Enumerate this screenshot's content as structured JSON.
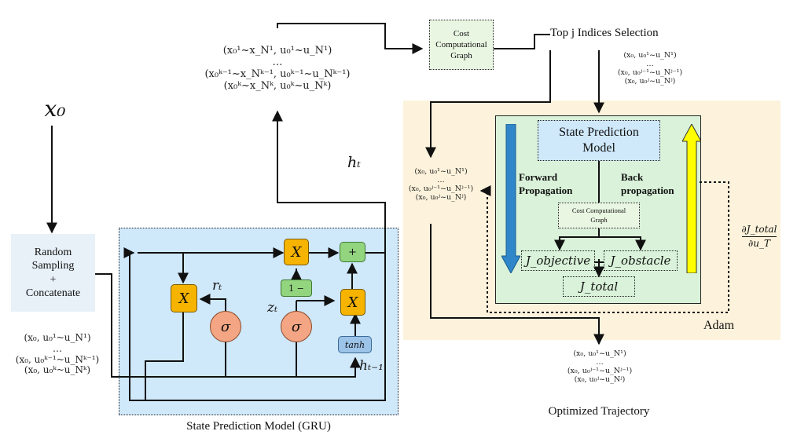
{
  "initial_state": "x₀",
  "random_sampling": {
    "line1": "Random",
    "line2": "Sampling",
    "line3": "+",
    "line4": "Concatenate"
  },
  "gru": {
    "caption": "State Prediction Model (GRU)",
    "mult_symbol": "X",
    "plus_symbol": "+",
    "sigma_symbol": "σ",
    "one_minus": "1 −",
    "tanh": "tanh",
    "r_label": "rₜ",
    "z_label": "zₜ",
    "h_prev_label": "hₜ₋₁",
    "h_out_label": "hₜ"
  },
  "input_tuples": [
    "(x₀, u₀¹~u_N¹)",
    "…",
    "(x₀, u₀ᵏ⁻¹~u_Nᵏ⁻¹)",
    "(x₀, u₀ᵏ~u_Nᵏ)"
  ],
  "predicted_tuples": [
    "(x₀¹~x_N¹, u₀¹~u_N¹)",
    "…",
    "(x₀ᵏ⁻¹~x_Nᵏ⁻¹, u₀ᵏ⁻¹~u_Nᵏ⁻¹)",
    "(x₀ᵏ~x_Nᵏ, u₀ᵏ~u_Nᵏ)"
  ],
  "cost_graph_top": {
    "line1": "Cost Computational",
    "line2": "Graph"
  },
  "top_j_label": "Top j Indices Selection",
  "selected_tuples": [
    "(x₀, u₀¹~u_N¹)",
    "…",
    "(x₀, u₀ʲ⁻¹~u_Nʲ⁻¹)",
    "(x₀, u₀ʲ~u_Nʲ)"
  ],
  "left_tuples": [
    "(x₀, u₀¹~u_N¹)",
    "…",
    "(x₀, u₀ʲ⁻¹~u_Nʲ⁻¹)",
    "(x₀, u₀ʲ~u_Nʲ)"
  ],
  "adam": {
    "label": "Adam",
    "state_model_line1": "State Prediction",
    "state_model_line2": "Model",
    "forward_line1": "Forward",
    "forward_line2": "Propagation",
    "back_line1": "Back",
    "back_line2": "propagation",
    "cost_graph_line1": "Cost Computational",
    "cost_graph_line2": "Graph",
    "j_objective": "J_objective",
    "j_obstacle": "J_obstacle",
    "j_total": "J_total",
    "gradient_num": "∂J_total",
    "gradient_den": "∂u_T"
  },
  "output_tuples": [
    "(x₀, u₀¹~u_N¹)",
    "…",
    "(x₀, u₀ʲ⁻¹~u_Nʲ⁻¹)",
    "(x₀, u₀ʲ~u_Nʲ)"
  ],
  "optimized_label": "Optimized Trajectory",
  "colors": {
    "adam_bg": "#fdf3dc",
    "green_panel": "#d9f2d9",
    "blue_panel": "#cfe8fa",
    "light_box": "#e8f1f8",
    "mult_box": "#f6b400",
    "plus_box": "#93d47f",
    "sigma_circle": "#f4a583",
    "tanh_box": "#9cc3e8",
    "forward_arrow": "#2f86c8",
    "back_arrow": "#ffff00"
  }
}
